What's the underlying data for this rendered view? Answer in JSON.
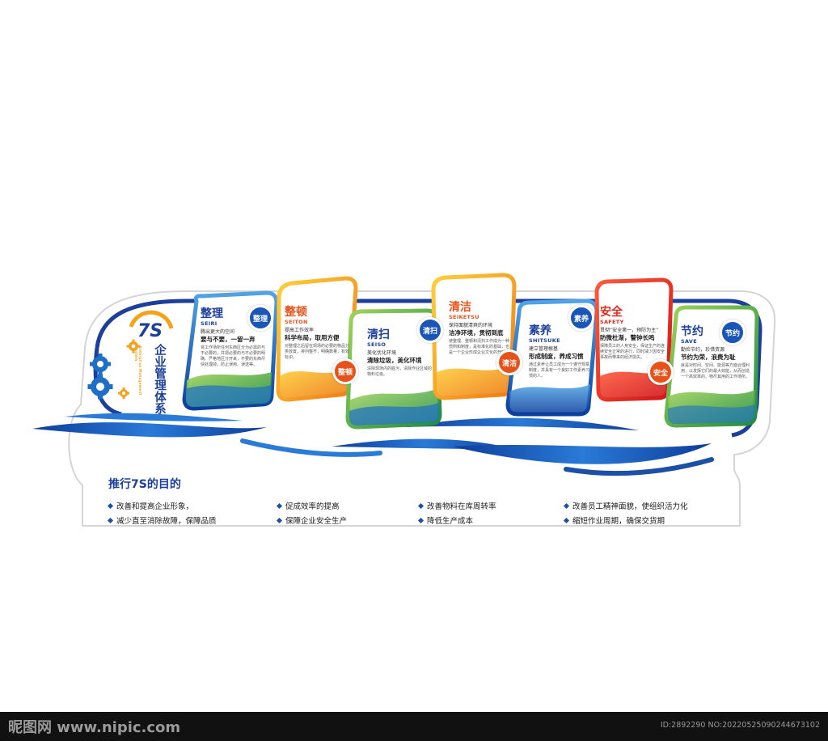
{
  "brand": {
    "title": "7S",
    "subtitle": "企业管理体系",
    "english": "Enterprise Management System"
  },
  "cards": [
    {
      "title": "整理",
      "pinyin": "SEIRI",
      "sub": "腾出更大的空间",
      "slogan": "要与不要，一留一弃",
      "body": "将工作场所任何东西区分为必需的与不必要的，并把必要的与不必要的明确、严格地区分开来，不要的东西尽快处理掉，防止误用、误送等。",
      "badge": "整理",
      "color": "#1a56b8"
    },
    {
      "title": "整顿",
      "pinyin": "SEITON",
      "sub": "提高工作效率",
      "slogan": "科学布局，取用方便",
      "body": "对整理之后留在现场的必要的物品分类放置，排列整齐，明确数量，有效标识。",
      "badge": "整顿",
      "color": "#e8521a"
    },
    {
      "title": "清扫",
      "pinyin": "SEISO",
      "sub": "美化优化环境",
      "slogan": "清除垃圾，美化环境",
      "body": "清除现场内的脏污，清除作业区域的物料垃圾。",
      "badge": "清扫",
      "color": "#1a56b8"
    },
    {
      "title": "清洁",
      "pinyin": "SEIKETSU",
      "sub": "保持面貌清爽的环境",
      "slogan": "洁净环境，贯彻到底",
      "body": "使整理、整顿和清扫工作成为一种惯例和制度，是标准化的基础，也是一个企业形成企业文化的开始。",
      "badge": "清洁",
      "color": "#e8521a"
    },
    {
      "title": "素养",
      "pinyin": "SHITSUKE",
      "sub": "建立管理根基",
      "slogan": "形成制度，养成习惯",
      "body": "通过素养让员工成为一个遵守规章制度，并具有一个良好工作素养习惯的人。",
      "badge": "素养",
      "color": "#1a56b8"
    },
    {
      "title": "安全",
      "pinyin": "SAFETY",
      "sub": "贯彻“安全第一，预防为主”",
      "slogan": "防微杜渐，警钟长鸣",
      "body": "保障员工的人身安全，保证生产的连续安全正常的进行，同时减少因安全事故而带来的经济损失。",
      "badge": "安全",
      "color": "#e8521a"
    },
    {
      "title": "节约",
      "pinyin": "SAVE",
      "sub": "勤俭节约，珍惜资源",
      "slogan": "节约为荣，浪费为耻",
      "body": "就是对时间、空间、能源等方面合理利用，以发挥它们的最大效能，从而创造一个高效率的、物尽其用的工作场所。",
      "badge": "节约",
      "color": "#1a56b8"
    }
  ],
  "purpose": {
    "title": "推行7S的目的",
    "items": [
      "改善和提高企业形象，",
      "促成效率的提高",
      "改善物料在库周转率",
      "改善员工精神面貌，使组织活力化",
      "减少直至消除故障，保障品质",
      "保障企业安全生产",
      "降低生产成本",
      "缩短作业周期，确保交货期"
    ]
  },
  "watermark": {
    "left": "昵图网 www.nipic.com",
    "right": "ID:2892290 NO:20220525090244673102"
  },
  "colors": {
    "primary_blue": "#1b3f9b",
    "wave_blue": "#1e5fb8",
    "orange": "#f3a21b",
    "red": "#e02a1f",
    "green": "#3aa84a"
  }
}
